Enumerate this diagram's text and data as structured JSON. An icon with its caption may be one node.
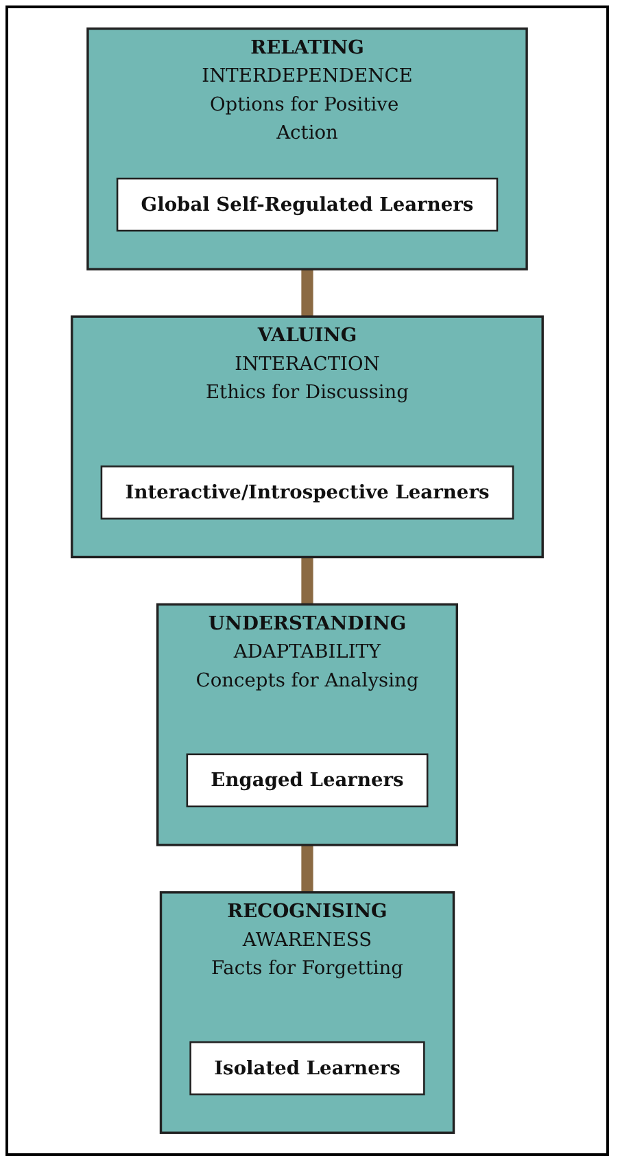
{
  "diagram": {
    "nodes": [
      {
        "text": [
          "RELATING",
          "INTERDEPENDENCE",
          "Options for Positive Action"
        ]
      },
      {
        "text": [
          "Global Self-Regulated Learners"
        ],
        "in": 0
      },
      {
        "text": [
          "VALUING",
          "INTERACTION",
          "Ethics for Discussing"
        ]
      },
      {
        "text": [
          "Interactive/Introspective Learners"
        ],
        "in": 2
      },
      {
        "text": [
          "UNDERSTANDING",
          "ADAPTABILITY",
          "Concepts for Analysing"
        ]
      },
      {
        "text": [
          "Engaged Learners"
        ],
        "in": 4
      },
      {
        "text": [
          "RECOGNISING",
          "AWARENESS",
          "Facts for Forgetting"
        ]
      },
      {
        "text": [
          "Isolated Learners"
        ],
        "in": 6
      }
    ],
    "edges": [
      {
        "from": 0,
        "to": 2,
        "arrow": "none"
      },
      {
        "from": 2,
        "to": 4,
        "arrow": "none"
      },
      {
        "from": 4,
        "to": 6,
        "arrow": "none"
      }
    ]
  }
}
